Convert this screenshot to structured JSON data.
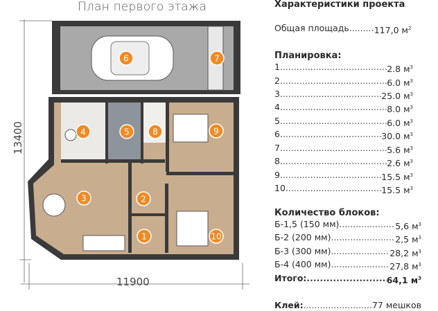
{
  "plan": {
    "title": "План первого этажа",
    "dim_height": "13400",
    "dim_width": "11900",
    "room_labels": [
      "1",
      "2",
      "3",
      "4",
      "5",
      "6",
      "7",
      "8",
      "9",
      "10"
    ],
    "colors": {
      "marker": "#f08a24",
      "wall": "#3a3a3a",
      "floor": "#c9ad8f",
      "garage": "#a9a9a9",
      "tile": "#8e949b"
    }
  },
  "spec": {
    "title": "Характеристики проекта",
    "total_area_label": "Общая площадь",
    "total_area_value": "117,0 м",
    "total_area_sup": "2",
    "layout_title": "Планировка:",
    "rooms": [
      {
        "k": "1.",
        "v": "2.8 м"
      },
      {
        "k": "2.",
        "v": "6.0 м"
      },
      {
        "k": "3.",
        "v": "25.0 м"
      },
      {
        "k": "4.",
        "v": "8.0 м"
      },
      {
        "k": "5.",
        "v": "6.0 м"
      },
      {
        "k": "6.",
        "v": "30.0 м"
      },
      {
        "k": "7.",
        "v": "5.6 м"
      },
      {
        "k": "8.",
        "v": "2.6 м"
      },
      {
        "k": "9.",
        "v": "15.5 м"
      },
      {
        "k": "10.",
        "v": "15.5 м"
      }
    ],
    "sup3": "3",
    "blocks_title": "Количество блоков:",
    "blocks": [
      {
        "k": "Б-1,5 (150 мм)",
        "v": "5,6 м"
      },
      {
        "k": "Б-2 (200 мм)",
        "v": "2,5 м"
      },
      {
        "k": "Б-3 (300 мм)",
        "v": "28,2 м"
      },
      {
        "k": "Б-4 (400 мм)",
        "v": "27,8 м"
      }
    ],
    "total_label": "Итого:",
    "total_value": "64,1 м",
    "glue_label": "Клей:",
    "glue_value": "77 мешков"
  }
}
